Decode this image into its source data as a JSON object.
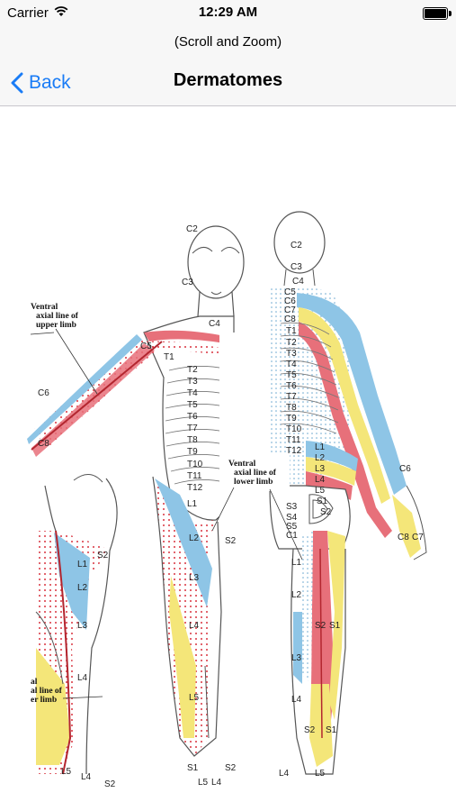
{
  "status_bar": {
    "carrier": "Carrier",
    "time": "12:29 AM"
  },
  "prompt": "(Scroll and Zoom)",
  "nav": {
    "back_label": "Back",
    "title": "Dermatomes"
  },
  "figure": {
    "annotations": {
      "ventral_upper": [
        "Ventral",
        "axial line of",
        "upper limb"
      ],
      "ventral_lower": [
        "Ventral",
        "axial line of",
        "lower limb"
      ],
      "partial_lower": [
        "al",
        "al line of",
        "er limb"
      ]
    },
    "colors": {
      "red": "#e7707a",
      "blue": "#8ec5e6",
      "yellow": "#f4e679",
      "dots": "#d9333f",
      "outline": "#555555"
    }
  }
}
